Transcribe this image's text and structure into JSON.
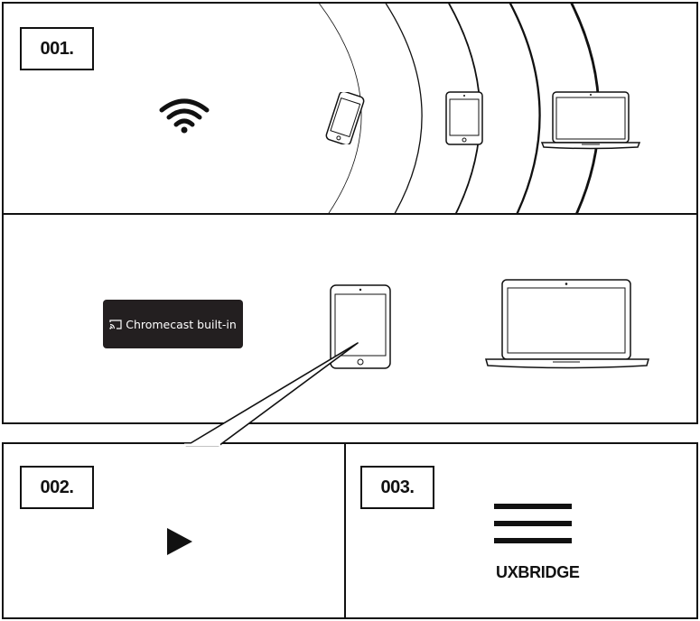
{
  "steps": {
    "step1": "001.",
    "step2": "002.",
    "step3": "003."
  },
  "chromecast_button": {
    "label": "Chromecast built-in",
    "icon": "cast-icon"
  },
  "brand": {
    "name": "UXBRIDGE",
    "icon": "hamburger-icon"
  },
  "icons": {
    "wifi": "wifi-icon",
    "play": "play-icon",
    "devices": [
      "phone-icon",
      "tablet-icon",
      "laptop-icon"
    ]
  },
  "colors": {
    "ink": "#111111",
    "button_bg": "#231f20",
    "button_text": "#ffffff"
  }
}
